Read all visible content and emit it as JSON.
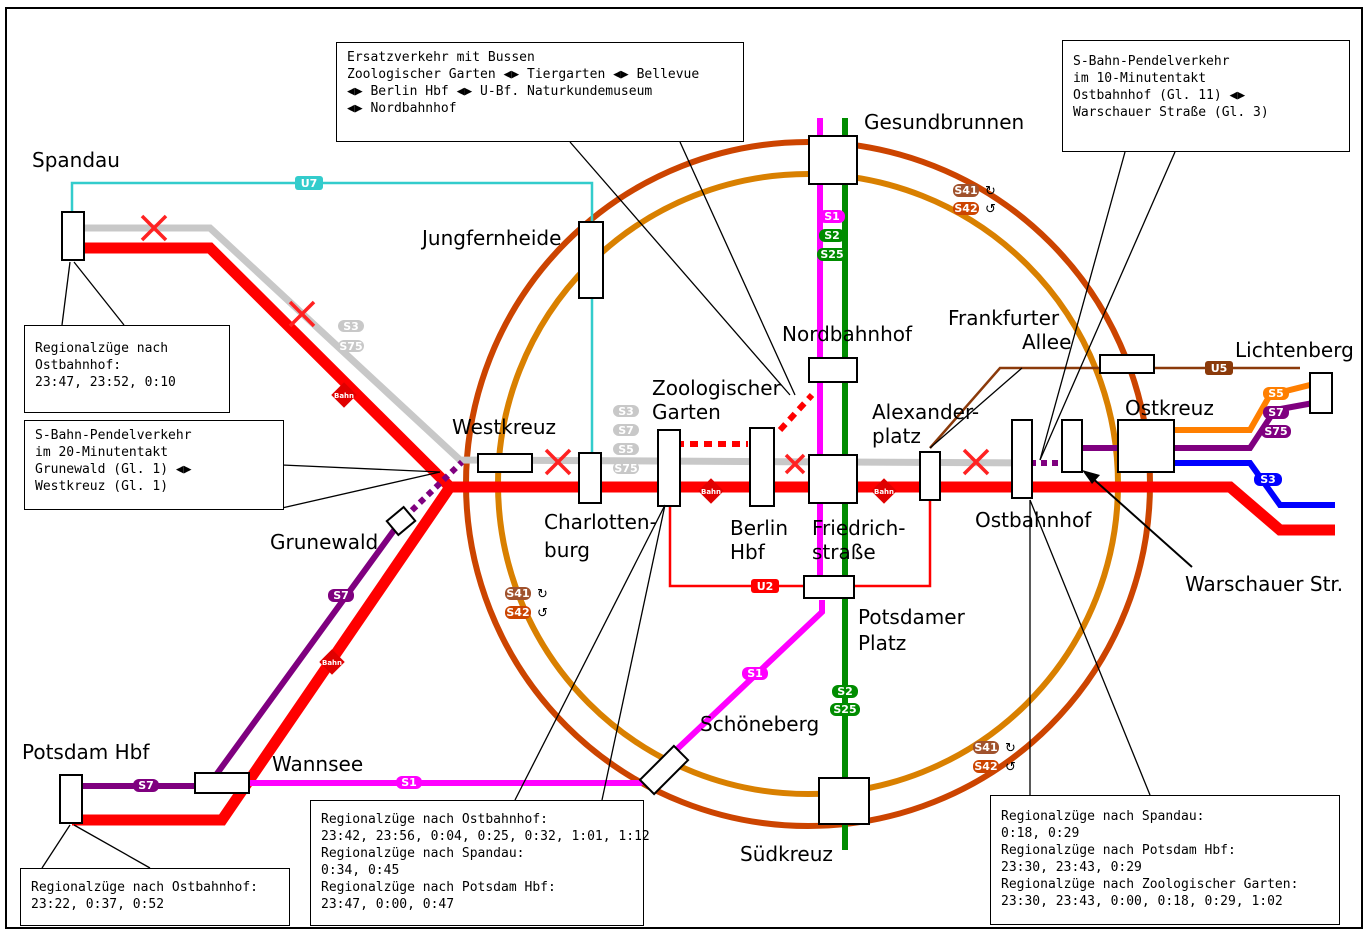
{
  "stations": {
    "spandau": "Spandau",
    "jungfernheide": "Jungfernheide",
    "gesundbrunnen": "Gesundbrunnen",
    "nordbahnhof": "Nordbahnhof",
    "frankfurter_allee_1": "Frankfurter",
    "frankfurter_allee_2": "Allee",
    "lichtenberg": "Lichtenberg",
    "ostkreuz": "Ostkreuz",
    "westkreuz": "Westkreuz",
    "zoo_1": "Zoologischer",
    "zoo_2": "Garten",
    "alexanderplatz_1": "Alexander-",
    "alexanderplatz_2": "platz",
    "charlottenburg_1": "Charlotten-",
    "charlottenburg_2": "burg",
    "berlin_hbf_1": "Berlin",
    "berlin_hbf_2": "Hbf",
    "friedrichstrasse_1": "Friedrich-",
    "friedrichstrasse_2": "straße",
    "ostbahnhof": "Ostbahnhof",
    "warschauer": "Warschauer Str.",
    "grunewald": "Grunewald",
    "potsdamer_platz_1": "Potsdamer",
    "potsdamer_platz_2": "Platz",
    "schoeneberg": "Schöneberg",
    "potsdam_hbf": "Potsdam Hbf",
    "wannsee": "Wannsee",
    "suedkreuz": "Südkreuz"
  },
  "line_badges": {
    "u7": "U7",
    "u5": "U5",
    "u2": "U2",
    "s1": "S1",
    "s2": "S2",
    "s25": "S25",
    "s3": "S3",
    "s5": "S5",
    "s7": "S7",
    "s75": "S75",
    "s41": "S41",
    "s42": "S42",
    "bahn": "Bahn"
  },
  "colors": {
    "regional": "#ff0000",
    "s1": "#ff00ff",
    "s2": "#008c00",
    "s3": "#0000ff",
    "s5": "#ff7f00",
    "s7": "#7f007f",
    "u7": "#33cccc",
    "u5": "#8b3a0a",
    "u2": "#ff0000",
    "ring_outer": "#cc4400",
    "ring_inner": "#d98000",
    "closed": "#c8c8c8",
    "s41": "#a0522d",
    "s42": "#cc4400"
  },
  "callouts": {
    "bus": {
      "l1": "Ersatzverkehr mit Bussen",
      "l2": "Zoologischer Garten ◀▶ Tiergarten ◀▶ Bellevue",
      "l3": "◀▶ Berlin Hbf ◀▶ U-Bf. Naturkundemuseum",
      "l4": "◀▶ Nordbahnhof"
    },
    "pendel_ost": {
      "l1": "S-Bahn-Pendelverkehr",
      "l2": "im 10-Minutentakt",
      "l3": "Ostbahnhof (Gl. 11) ◀▶",
      "l4": "Warschauer Straße (Gl. 3)"
    },
    "spandau": {
      "l1": "Regionalzüge nach",
      "l2": "Ostbahnhof:",
      "l3": "23:47, 23:52, 0:10"
    },
    "pendel_west": {
      "l1": "S-Bahn-Pendelverkehr",
      "l2": "im 20-Minutentakt",
      "l3": "Grunewald (Gl. 1) ◀▶",
      "l4": "Westkreuz (Gl. 1)"
    },
    "potsdam": {
      "l1": "Regionalzüge nach Ostbahnhof:",
      "l2": "23:22, 0:37, 0:52"
    },
    "zoo": {
      "l1": "Regionalzüge nach Ostbahnhof:",
      "l2": "23:42, 23:56, 0:04, 0:25, 0:32, 1:01, 1:12",
      "l3": "Regionalzüge nach Spandau:",
      "l4": "0:34, 0:45",
      "l5": "Regionalzüge nach Potsdam Hbf:",
      "l6": "23:47, 0:00, 0:47"
    },
    "ostbahnhof": {
      "l1": "Regionalzüge nach Spandau:",
      "l2": "0:18, 0:29",
      "l3": "Regionalzüge nach Potsdam Hbf:",
      "l4": "23:30, 23:43, 0:29",
      "l5": "Regionalzüge nach Zoologischer Garten:",
      "l6": "23:30, 23:43, 0:00, 0:18, 0:29, 1:02"
    }
  }
}
